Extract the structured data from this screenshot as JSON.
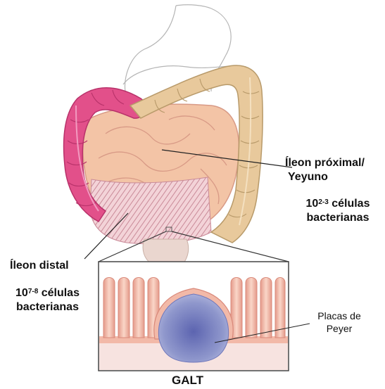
{
  "labels": {
    "proximal_title_line1": "Íleon próximal/",
    "proximal_title_line2": "Yeyuno",
    "proximal_count_base": "10",
    "proximal_count_exp": "2-3",
    "proximal_count_unit": " células",
    "proximal_count_line2": "bacterianas",
    "distal_title": "Íleon distal",
    "distal_count_base": "10",
    "distal_count_exp": "7-8",
    "distal_count_unit": " células",
    "distal_count_line2": "bacterianas",
    "peyer_line1": "Placas de",
    "peyer_line2": "Peyer",
    "galt": "GALT"
  },
  "colors": {
    "colon_left": "#e2508a",
    "colon_right": "#e8c99c",
    "small_intestine": "#f3c4a6",
    "distal_hatch": "#c98a98",
    "villi": "#f2b9a8",
    "peyer_patch": "#8f97cc",
    "peyer_core": "#5c64b0"
  }
}
